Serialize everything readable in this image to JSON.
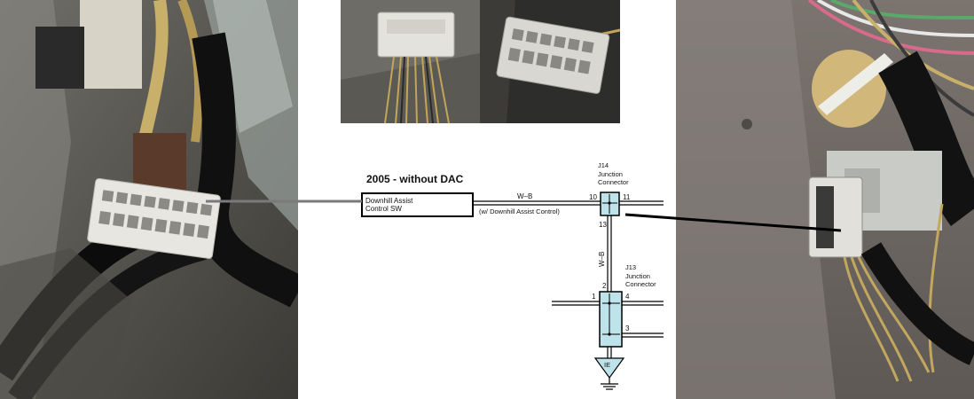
{
  "diagram": {
    "title": "2005 - without DAC",
    "switch": {
      "line1": "Downhill Assist",
      "line2": "Control SW"
    },
    "wire_top": {
      "color": "W–B",
      "note": "(w/ Downhill Assist Control)"
    },
    "wire_vertical": {
      "color": "W–B"
    },
    "j14": {
      "id": "J14",
      "line1": "Junction",
      "line2": "Connector",
      "pins": [
        "10",
        "11",
        "13"
      ]
    },
    "j13": {
      "id": "J13",
      "line1": "Junction",
      "line2": "Connector",
      "pins": [
        "2",
        "1",
        "4",
        "3"
      ]
    },
    "ground": {
      "label": "IE"
    }
  },
  "photos": [
    {
      "name": "left-photo",
      "subject": "white connector plug under dash"
    },
    {
      "name": "top-photo-a",
      "subject": "connector with wires"
    },
    {
      "name": "top-photo-b",
      "subject": "connector face"
    },
    {
      "name": "right-photo",
      "subject": "connector under dash near carpet"
    }
  ],
  "colors": {
    "connector_fill": "#bfe3ea",
    "wire": "#000000",
    "pointer_gray": "#7a7a7a",
    "pointer_black": "#000000"
  }
}
